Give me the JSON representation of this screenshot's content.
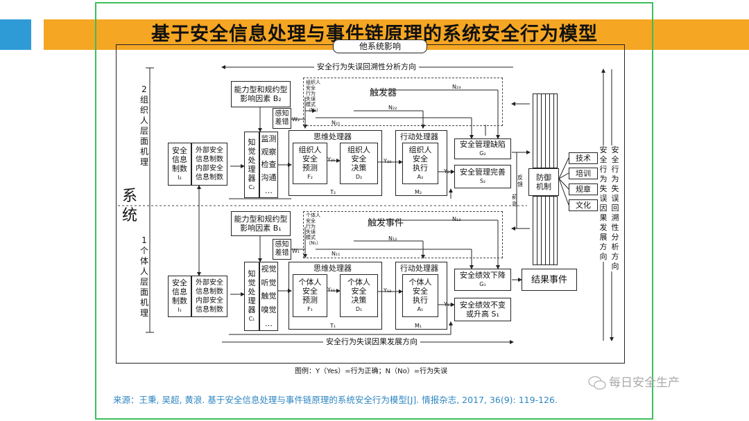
{
  "title": "基于安全信息处理与事件链原理的系统安全行为模型",
  "brand": {
    "orange": "#F5A623",
    "blue": "#2E9BD6",
    "frame_green": "#3DBE5A"
  },
  "other_system": "他系统影响",
  "system_label": "系统",
  "left_axis": {
    "org": "2\n组\n织\n人\n层\n面\n机\n理",
    "ind": "1\n个\n体\n人\n层\n面\n机\n理"
  },
  "arrows": {
    "top": "安全行为失误回溯性分析方向",
    "bottom": "安全行为失误因果发展方向",
    "right_inner": "安全行为失误因果发展方向",
    "right_outer": "安全行为失误回溯性分析方向"
  },
  "org": {
    "ability": "能力型和规约型\n影响因素 B₂",
    "trigger": "触发器",
    "trigger_tiny": "组织人\n安全\n行为\n失误\n模式\n（N₂）",
    "perception_err": "感知\n差错",
    "info_internal": "安全\n信息\n制数",
    "info_internal_sub": "I₂",
    "info_external": "外部安全\n信息制数\n内部安全\n信息制数",
    "perceiver": "知\n觉\n处\n理\n器",
    "perceiver_sub": "C₂",
    "senses": [
      "监测",
      "观察",
      "检查",
      "沟通",
      "…"
    ],
    "thinking": "思维处理器",
    "predict": "组织人\n安全\n预测",
    "predict_sub": "F₂",
    "decide": "组织人\n安全\n决策",
    "decide_sub": "D₂",
    "action": "行动处理器",
    "execute": "组织人\n安全\n执行",
    "execute_sub": "A₂",
    "t_label": "T₂",
    "m_label": "M₂",
    "defect": "安全管理缺陷",
    "defect_sub": "G₂",
    "improve": "安全管理完善",
    "improve_sub": "S₂",
    "n_labels": [
      "N₂₃",
      "N₂₂",
      "N₂₁"
    ],
    "y_labels": [
      "Y₂₁",
      "Y₂₂",
      "Y₂₃"
    ],
    "w_label": "W₂"
  },
  "ind": {
    "ability": "能力型和规约型\n影响因素 B₁",
    "trigger": "触发事件",
    "trigger_tiny": "个体人\n安全\n行为\n失误\n模式\n（N₁）",
    "perception_err": "感知\n差错",
    "info_internal": "安全\n信息\n制数",
    "info_internal_sub": "I₁",
    "info_external": "外部安全\n信息制数\n内部安全\n信息制数",
    "perceiver": "知\n觉\n处\n理\n器",
    "perceiver_sub": "C₁",
    "senses": [
      "视觉",
      "听觉",
      "触觉",
      "嗅觉",
      "…"
    ],
    "thinking": "思维处理器",
    "predict": "个体人\n安全\n预测",
    "predict_sub": "F₁",
    "decide": "个体人\n安全\n决策",
    "decide_sub": "D₁",
    "action": "行动处理器",
    "execute": "个体人\n安全\n执行",
    "execute_sub": "A₁",
    "t_label": "T₁",
    "m_label": "M₁",
    "decline": "安全绩效下降",
    "decline_sub": "G₁",
    "steady": "安全绩效不变\n或升高 S₁",
    "n_labels": [
      "N₁₃",
      "N₁₂",
      "N₁₁"
    ],
    "y_labels": [
      "Y₁₁",
      "Y₁₂",
      "Y₁₃"
    ],
    "w_label": "W₁"
  },
  "defense": "防御\n机制",
  "feedback": "反\n馈",
  "precursor": "前\n兆",
  "measures": [
    "技术",
    "培训",
    "规章",
    "文化"
  ],
  "result": "结果事件",
  "legend": "图例：Y（Yes）=行为正确；N（No）=行为失误",
  "source": "来源：王秉, 吴超, 黄浪. 基于安全信息处理与事件链原理的系统安全行为模型[J]. 情报杂志, 2017, 36(9): 119-126.",
  "watermark": "每日安全生产"
}
